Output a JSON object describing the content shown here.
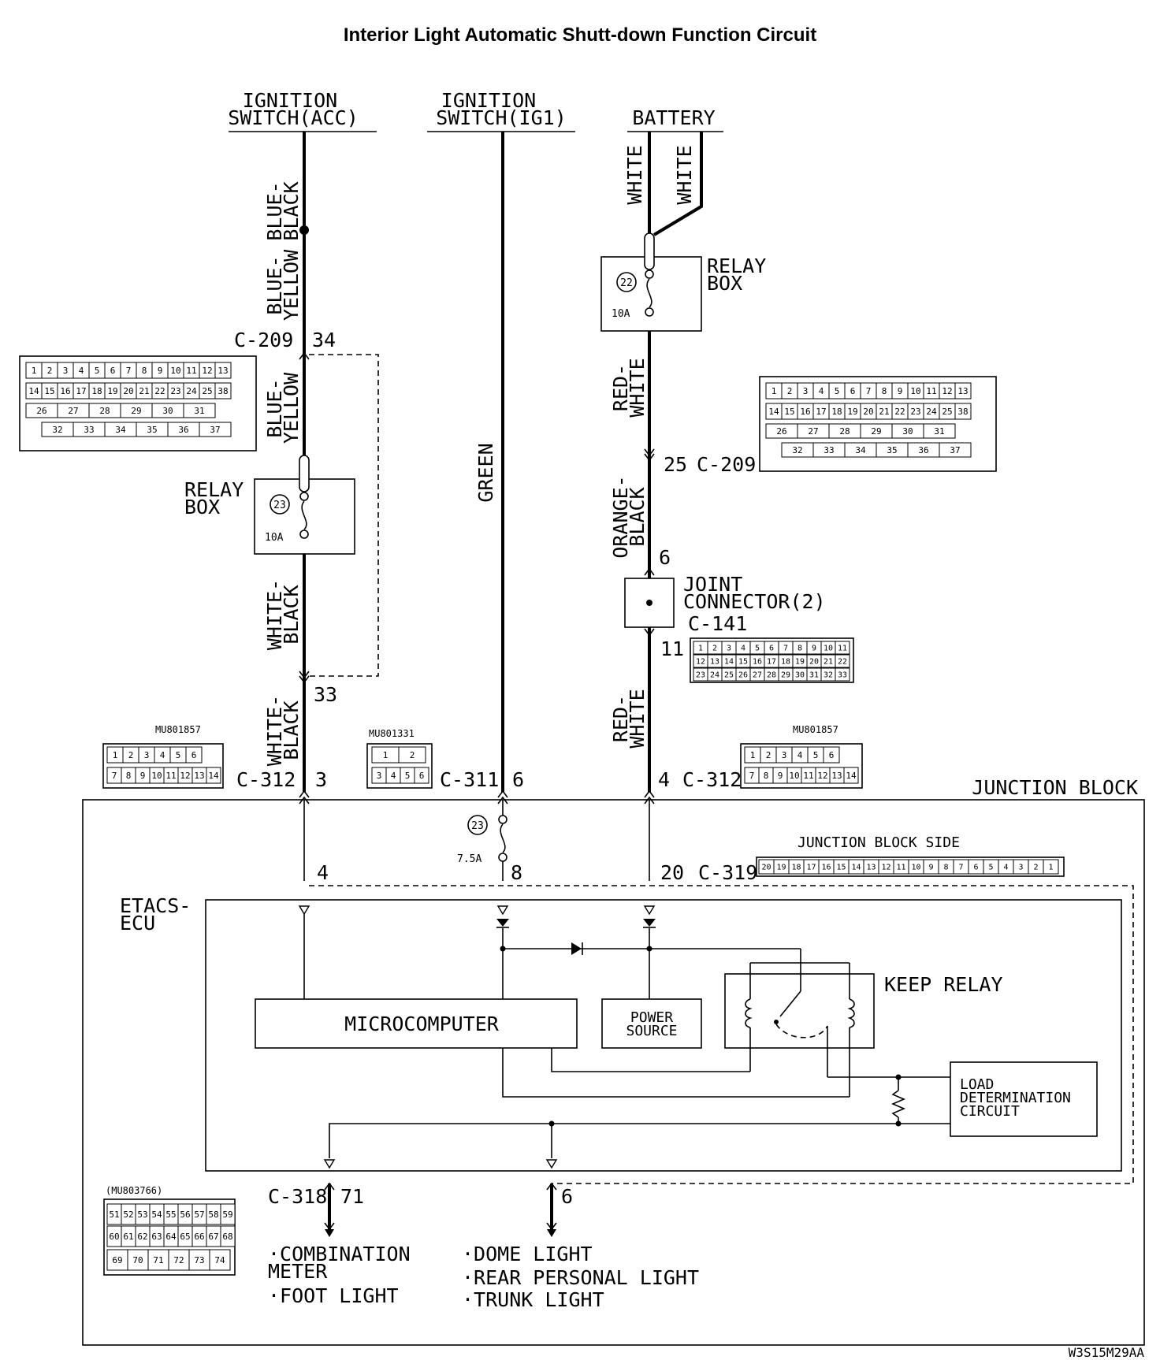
{
  "title": "Interior Light Automatic Shutt-down Function Circuit",
  "figure_code": "W3S15M29AA",
  "sources": {
    "acc": [
      "IGNITION",
      "SWITCH(ACC)"
    ],
    "ig1": [
      "IGNITION",
      "SWITCH(IG1)"
    ],
    "battery": [
      "BATTERY"
    ]
  },
  "wires": {
    "blue_black": [
      "BLUE-",
      "BLACK"
    ],
    "blue_yellow_top": [
      "BLUE-",
      "YELLOW"
    ],
    "blue_yellow_mid": [
      "BLUE-",
      "YELLOW"
    ],
    "white_black_mid": [
      "WHITE-",
      "BLACK"
    ],
    "white_black_low": [
      "WHITE-",
      "BLACK"
    ],
    "green": "GREEN",
    "white_a": "WHITE",
    "white_b": "WHITE",
    "red_white_top": [
      "RED-",
      "WHITE"
    ],
    "orange_black": [
      "ORANGE-",
      "BLACK"
    ],
    "red_white_low": [
      "RED-",
      "WHITE"
    ]
  },
  "relay_boxes": {
    "left": {
      "label": [
        "RELAY",
        "BOX"
      ],
      "fuse_no": "23",
      "rating": "10A"
    },
    "right": {
      "label": [
        "RELAY",
        "BOX"
      ],
      "fuse_no": "22",
      "rating": "10A"
    }
  },
  "pins": {
    "c209_34": "34",
    "c209_33": "33",
    "c209_25": "25",
    "c312_3": "3",
    "c311_6": "6",
    "c312_4": "4",
    "jc_6": "6",
    "jc_11": "11",
    "jb_4": "4",
    "jb_8": "8",
    "jb_20": "20",
    "c318_71": "71",
    "out_6": "6"
  },
  "connectors": {
    "c209_left": "C-209",
    "c209_right": "C-209",
    "c312_left": "C-312",
    "c311": "C-311",
    "c312_right": "C-312",
    "c141": "C-141",
    "c319": "C-319",
    "c318": "C-318"
  },
  "part_numbers": {
    "mu801857_left": "MU801857",
    "mu801331": "MU801331",
    "mu801857_right": "MU801857",
    "mu803766": "(MU803766)"
  },
  "joint_connector": [
    "JOINT",
    "CONNECTOR(2)"
  ],
  "junction_block": "JUNCTION BLOCK",
  "junction_block_side": "JUNCTION BLOCK SIDE",
  "fuse_jb": {
    "fuse_no": "23",
    "rating": "7.5A"
  },
  "etacs": [
    "ETACS-",
    "ECU"
  ],
  "blocks": {
    "microcomputer": "MICROCOMPUTER",
    "power_source": [
      "POWER",
      "SOURCE"
    ],
    "keep_relay": "KEEP RELAY",
    "load_determination": [
      "LOAD",
      "DETERMINATION",
      "CIRCUIT"
    ]
  },
  "outputs": {
    "left": [
      "·COMBINATION",
      " METER",
      "·FOOT LIGHT"
    ],
    "right": [
      "·DOME LIGHT",
      "·REAR PERSONAL LIGHT",
      "·TRUNK LIGHT"
    ]
  },
  "connector_faces": {
    "c209": {
      "row1": [
        "1",
        "2",
        "3",
        "4",
        "5",
        "6",
        "7",
        "8",
        "9",
        "10",
        "11",
        "12",
        "13"
      ],
      "row2": [
        "14",
        "15",
        "16",
        "17",
        "18",
        "19",
        "20",
        "21",
        "22",
        "23",
        "24",
        "25",
        "38"
      ],
      "row3": [
        "26",
        "27",
        "28",
        "29",
        "30",
        "31"
      ],
      "row4": [
        "32",
        "33",
        "34",
        "35",
        "36",
        "37"
      ]
    },
    "c312": {
      "row1": [
        "1",
        "2",
        "3",
        "4",
        "5",
        "6"
      ],
      "row2": [
        "7",
        "8",
        "9",
        "10",
        "11",
        "12",
        "13",
        "14"
      ]
    },
    "c311": {
      "row1": [
        "1",
        "2"
      ],
      "row2": [
        "3",
        "4",
        "5",
        "6"
      ]
    },
    "c141": {
      "row1": [
        "1",
        "2",
        "3",
        "4",
        "5",
        "6",
        "7",
        "8",
        "9",
        "10",
        "11"
      ],
      "row2": [
        "12",
        "13",
        "14",
        "15",
        "16",
        "17",
        "18",
        "19",
        "20",
        "21",
        "22"
      ],
      "row3": [
        "23",
        "24",
        "25",
        "26",
        "27",
        "28",
        "29",
        "30",
        "31",
        "32",
        "33"
      ]
    },
    "c319": [
      "20",
      "19",
      "18",
      "17",
      "16",
      "15",
      "14",
      "13",
      "12",
      "11",
      "10",
      "9",
      "8",
      "7",
      "6",
      "5",
      "4",
      "3",
      "2",
      "1"
    ],
    "c318": {
      "row1": [
        "51",
        "52",
        "53",
        "54",
        "55",
        "56",
        "57",
        "58",
        "59"
      ],
      "row2": [
        "60",
        "61",
        "62",
        "63",
        "64",
        "65",
        "66",
        "67",
        "68"
      ],
      "row3": [
        "69",
        "70",
        "71",
        "72",
        "73",
        "74"
      ]
    }
  }
}
